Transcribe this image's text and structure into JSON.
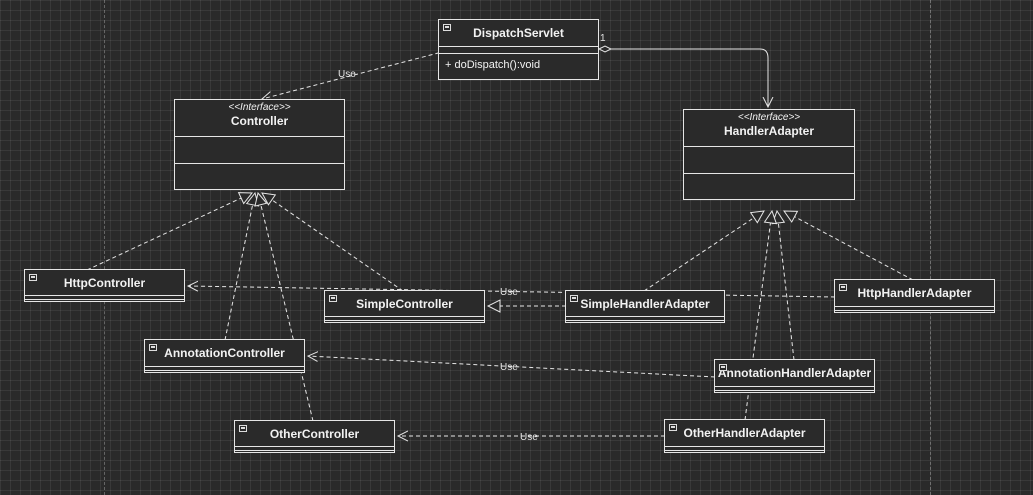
{
  "classes": {
    "dispatch_servlet": {
      "name": "DispatchServlet",
      "method": "+ doDispatch():void"
    },
    "controller": {
      "stereotype": "<<Interface>>",
      "name": "Controller"
    },
    "handler_adapter": {
      "stereotype": "<<Interface>>",
      "name": "HandlerAdapter"
    },
    "http_controller": {
      "name": "HttpController"
    },
    "simple_controller": {
      "name": "SimpleController"
    },
    "annotation_controller": {
      "name": "AnnotationController"
    },
    "other_controller": {
      "name": "OtherController"
    },
    "simple_handler_adapter": {
      "name": "SimpleHandlerAdapter"
    },
    "http_handler_adapter": {
      "name": "HttpHandlerAdapter"
    },
    "annotation_handler_adapter": {
      "name": "AnnotationHandlerAdapter"
    },
    "other_handler_adapter": {
      "name": "OtherHandlerAdapter"
    }
  },
  "edge_labels": {
    "use": "Use",
    "multiplicity_one": "1"
  },
  "colors": {
    "background": "#2a2a2a",
    "line": "#e6e6e6"
  }
}
